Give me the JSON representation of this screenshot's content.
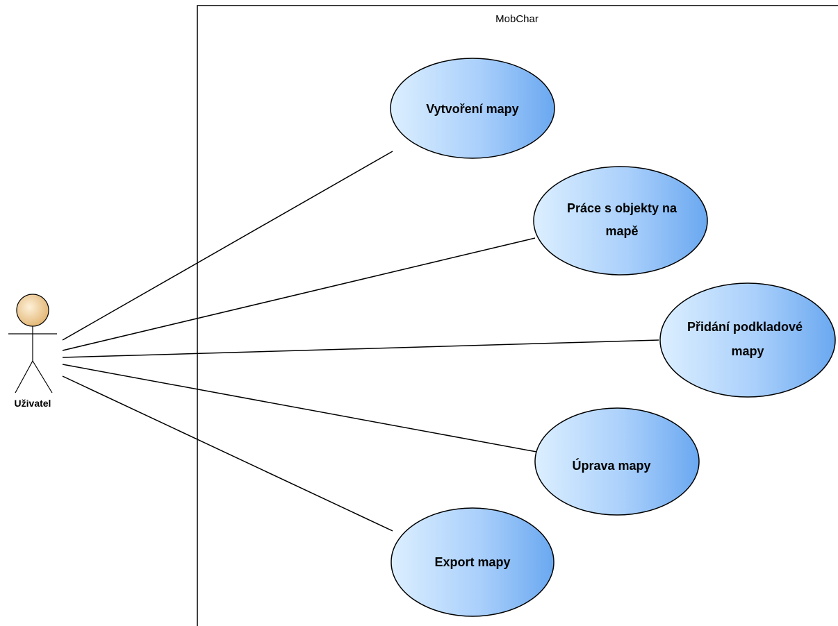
{
  "system": {
    "title": "MobChar"
  },
  "actor": {
    "name": "Uživatel"
  },
  "use_cases": [
    {
      "id": "vytvoreni",
      "lines": [
        "Vytvoření mapy"
      ]
    },
    {
      "id": "prace",
      "lines": [
        "Práce s objekty na",
        "mapě"
      ]
    },
    {
      "id": "pridani",
      "lines": [
        "Přidání podkladové",
        "mapy"
      ]
    },
    {
      "id": "uprava",
      "lines": [
        "Úprava mapy"
      ]
    },
    {
      "id": "export",
      "lines": [
        "Export mapy"
      ]
    }
  ],
  "colors": {
    "usecase_fill_light": "#d2e8ff",
    "usecase_fill_dark": "#6eaaf0",
    "actor_head_light": "#fbe6c4",
    "actor_head_dark": "#d9a860"
  }
}
